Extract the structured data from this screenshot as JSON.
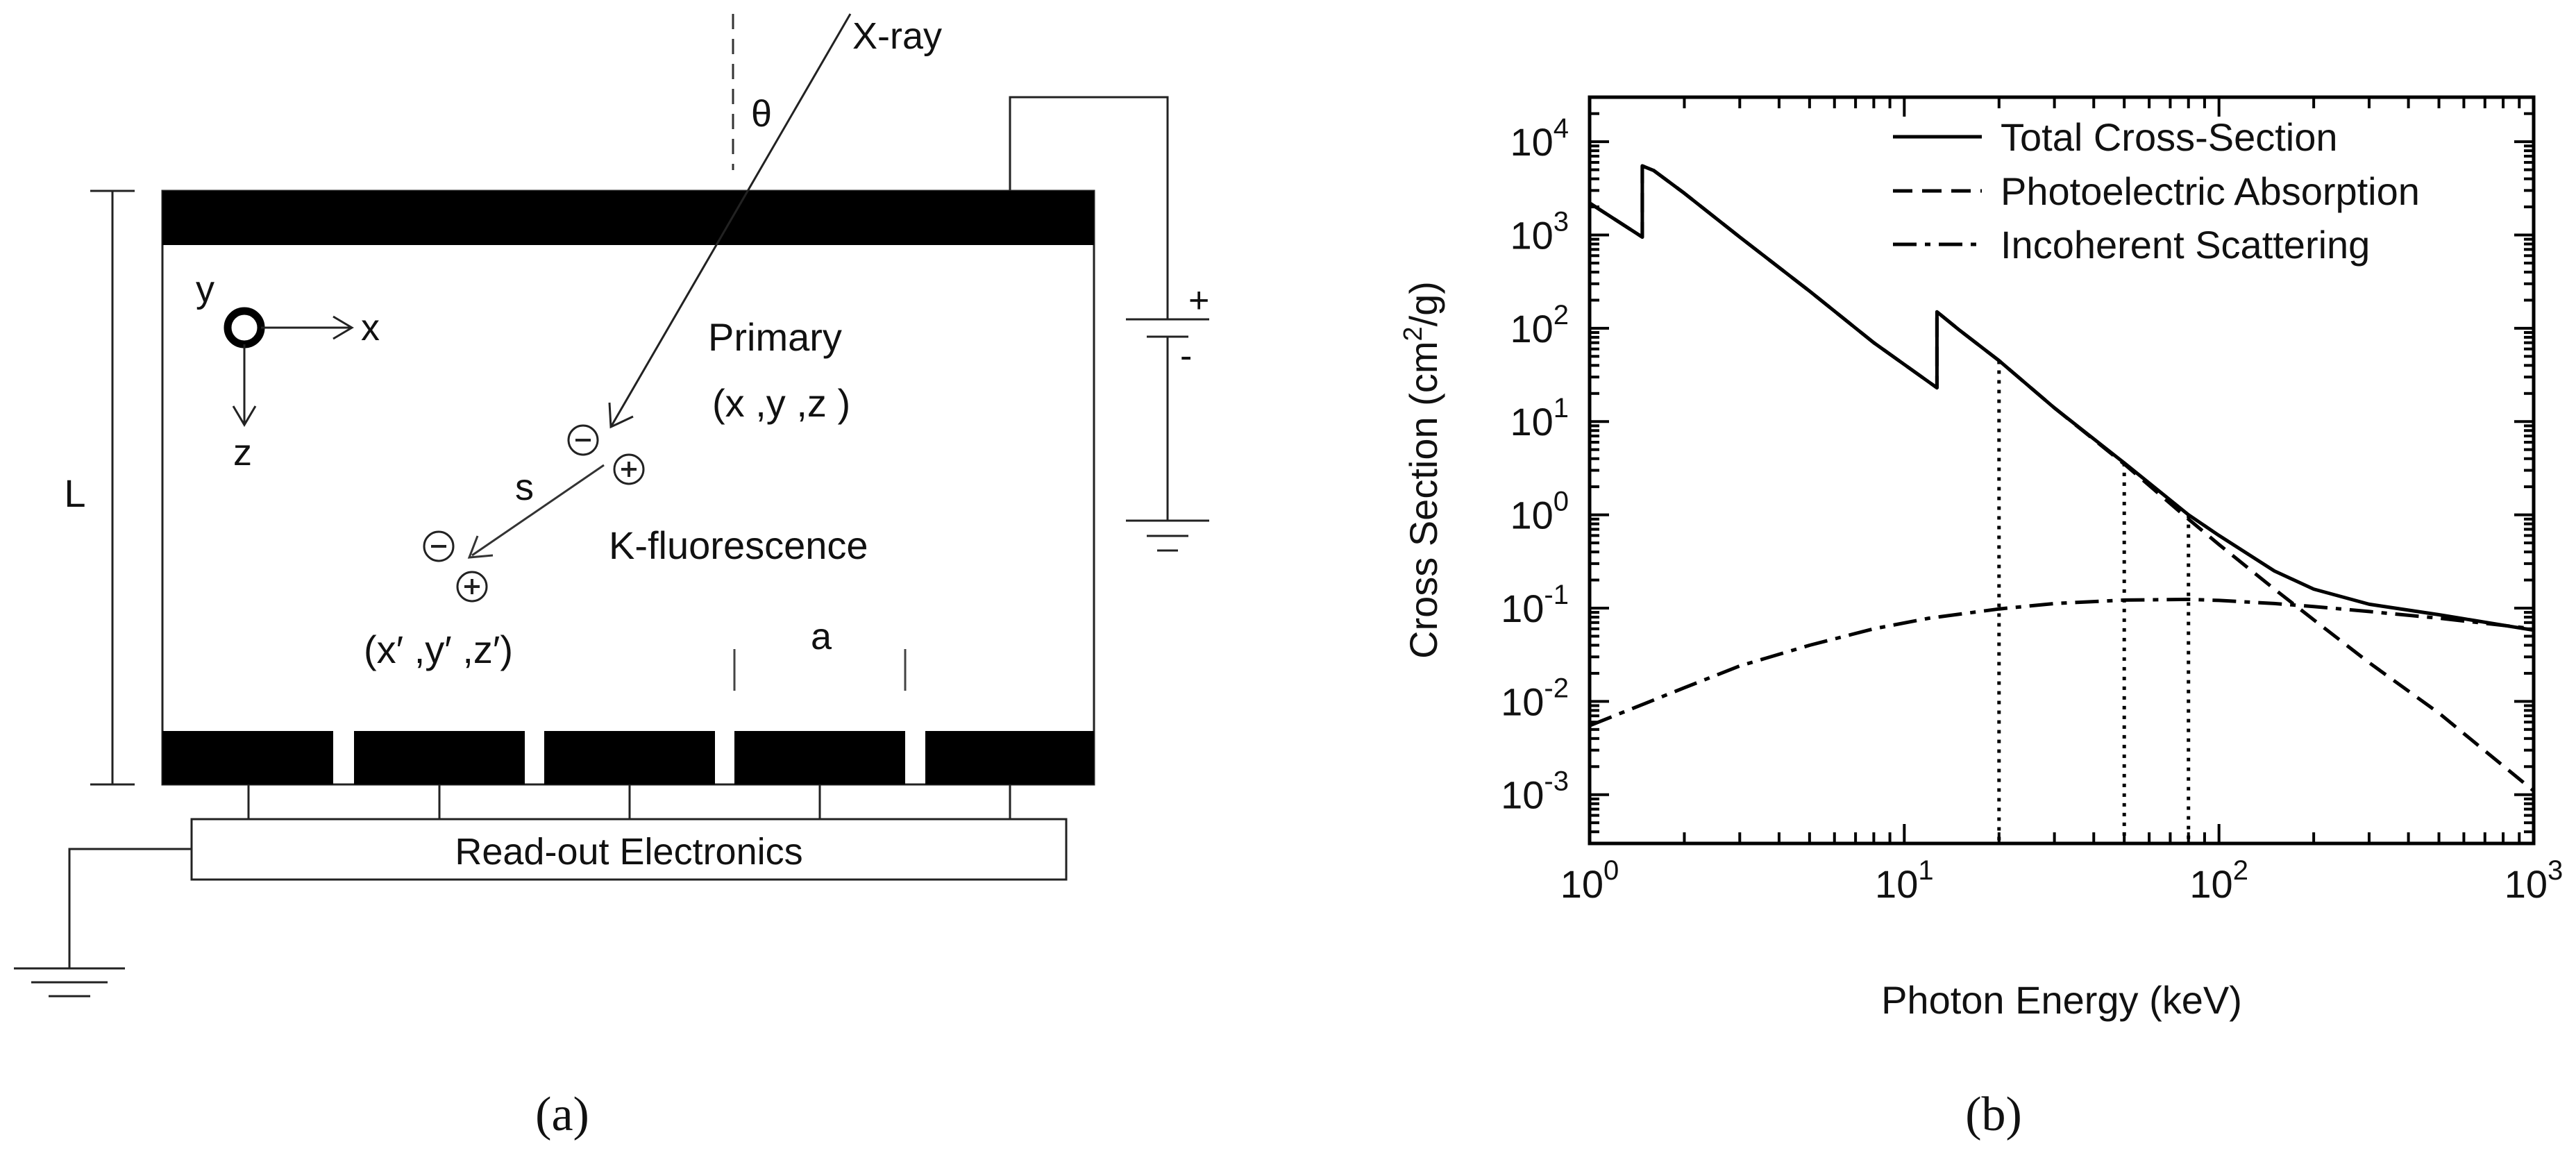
{
  "panel_a": {
    "labels": {
      "xray": "X-ray",
      "theta": "θ",
      "y_axis": "y",
      "x_axis": "x",
      "z_axis": "z",
      "primary": "Primary",
      "primary_coords": "(x ,y ,z )",
      "s": "s",
      "k_fluorescence": "K-fluorescence",
      "secondary_coords": "(x′ ,y′ ,z′)",
      "a": "a",
      "L": "L",
      "plus": "+",
      "minus": "-",
      "readout": "Read-out Electronics",
      "caption": "(a)",
      "charge_minus": "−",
      "charge_plus": "+"
    }
  },
  "panel_b": {
    "caption": "(b)",
    "chart_data": {
      "type": "line",
      "xscale": "log",
      "yscale": "log",
      "xlim": [
        1,
        1000
      ],
      "ylim": [
        0.0003,
        30000
      ],
      "xlabel": "Photon Energy (keV)",
      "ylabel_pre": "Cross Section (cm",
      "ylabel_sup": "2",
      "ylabel_post": "/g)",
      "x_ticks": [
        {
          "value": 1,
          "base": "10",
          "exp": "0"
        },
        {
          "value": 10,
          "base": "10",
          "exp": "1"
        },
        {
          "value": 100,
          "base": "10",
          "exp": "2"
        },
        {
          "value": 1000,
          "base": "10",
          "exp": "3"
        }
      ],
      "y_ticks": [
        {
          "value": 0.001,
          "base": "10",
          "exp": "-3"
        },
        {
          "value": 0.01,
          "base": "10",
          "exp": "-2"
        },
        {
          "value": 0.1,
          "base": "10",
          "exp": "-1"
        },
        {
          "value": 1,
          "base": "10",
          "exp": "0"
        },
        {
          "value": 10,
          "base": "10",
          "exp": "1"
        },
        {
          "value": 100,
          "base": "10",
          "exp": "2"
        },
        {
          "value": 1000,
          "base": "10",
          "exp": "3"
        },
        {
          "value": 10000,
          "base": "10",
          "exp": "4"
        }
      ],
      "legend_position": "top-right",
      "series": [
        {
          "name": "Total Cross-Section",
          "style": "solid",
          "x": [
            1,
            1.47,
            1.47,
            1.6,
            2,
            3,
            5,
            8,
            12.7,
            12.7,
            15,
            20,
            30,
            50,
            80,
            100,
            150,
            200,
            300,
            500,
            1000
          ],
          "y": [
            2200,
            950,
            5500,
            4900,
            2800,
            950,
            250,
            70,
            23,
            150,
            95,
            45,
            14,
            3.6,
            1.0,
            0.6,
            0.25,
            0.16,
            0.11,
            0.085,
            0.058
          ]
        },
        {
          "name": "Photoelectric Absorption",
          "style": "dashed",
          "x": [
            1,
            1.47,
            1.47,
            1.6,
            2,
            3,
            5,
            8,
            12.7,
            12.7,
            15,
            20,
            30,
            50,
            80,
            100,
            150,
            200,
            300,
            500,
            1000
          ],
          "y": [
            2200,
            950,
            5500,
            4900,
            2800,
            950,
            250,
            70,
            23,
            150,
            95,
            45,
            14,
            3.5,
            0.9,
            0.48,
            0.16,
            0.075,
            0.026,
            0.0075,
            0.0011
          ]
        },
        {
          "name": "Incoherent Scattering",
          "style": "dashdot",
          "x": [
            1,
            1.5,
            2,
            3,
            5,
            8,
            12,
            20,
            30,
            50,
            80,
            100,
            150,
            200,
            300,
            500,
            1000
          ],
          "y": [
            0.0055,
            0.0095,
            0.014,
            0.024,
            0.04,
            0.06,
            0.078,
            0.098,
            0.112,
            0.122,
            0.124,
            0.121,
            0.112,
            0.104,
            0.092,
            0.078,
            0.06
          ]
        }
      ],
      "markers": [
        {
          "x": 20,
          "y": 45,
          "style": "dotted"
        },
        {
          "x": 50,
          "y": 3.6,
          "style": "dotted"
        },
        {
          "x": 80,
          "y": 1.0,
          "style": "dotted"
        }
      ]
    }
  }
}
